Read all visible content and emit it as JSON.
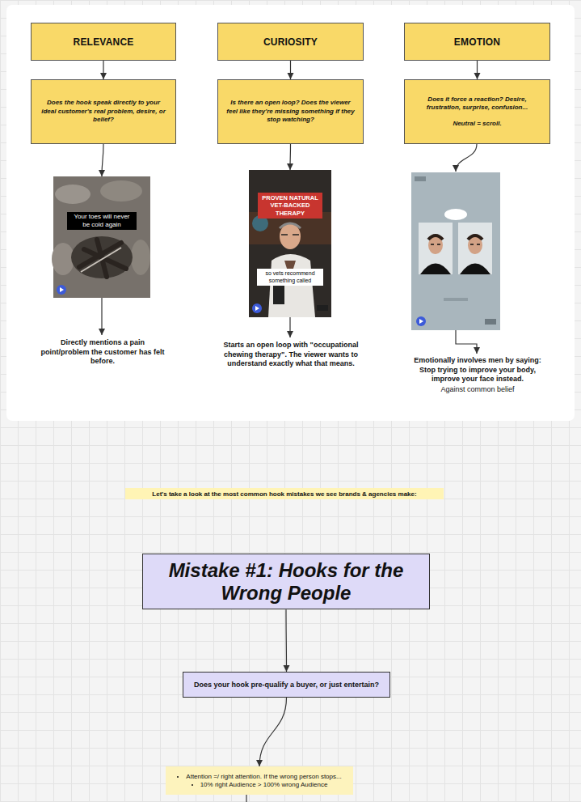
{
  "diagram": {
    "nodes": [
      {
        "text": [
          "RELEVANCE"
        ]
      },
      {
        "text": [
          "CURIOSITY"
        ]
      },
      {
        "text": [
          "EMOTION"
        ]
      },
      {
        "text": [
          "Does the hook speak directly to your ideal customer's real problem, desire, or belief?"
        ]
      },
      {
        "text": [
          "Is there an open loop? Does the viewer feel like they're missing something if they stop watching?"
        ]
      },
      {
        "text": [
          "Does it force a reaction? Desire, frustration, surprise, confusion...",
          "Neutral = scroll."
        ]
      },
      {
        "text": [
          "Your toes will never be cold again"
        ]
      },
      {
        "text": [
          "PROVEN NATURAL VET-BACKED THERAPY",
          "so vets recommend something called"
        ]
      },
      {
        "text": [
          "Let's take a look at the most common hook mistakes we see brands & agencies make:"
        ]
      },
      {
        "text": [
          "Mistake #1: Hooks for the Wrong People"
        ]
      },
      {
        "text": [
          "Does your hook pre-qualify a buyer, or just entertain?"
        ]
      },
      {
        "text": [
          "Attention =/ right attention. If the wrong person stops...",
          "10% right Audience > 100% wrong Audience"
        ]
      }
    ],
    "edges": [
      {
        "from": 0,
        "to": 3,
        "arrow": "to"
      },
      {
        "from": 1,
        "to": 4,
        "arrow": "to"
      },
      {
        "from": 2,
        "to": 5,
        "arrow": "to"
      },
      {
        "from": 3,
        "to": 6,
        "arrow": "to"
      },
      {
        "from": 4,
        "to": 7,
        "arrow": "to"
      },
      {
        "from": 9,
        "to": 10,
        "arrow": "to"
      },
      {
        "from": 10,
        "to": 11,
        "arrow": "to"
      }
    ],
    "labels": [
      "Directly mentions a pain point/problem the customer has felt before.",
      "Starts an open loop with \"occupational chewing therapy\". The viewer wants to understand exactly what that means.",
      "Emotionally involves men by saying: Stop trying to improve your body, improve your face instead.",
      "Against common belief"
    ]
  }
}
